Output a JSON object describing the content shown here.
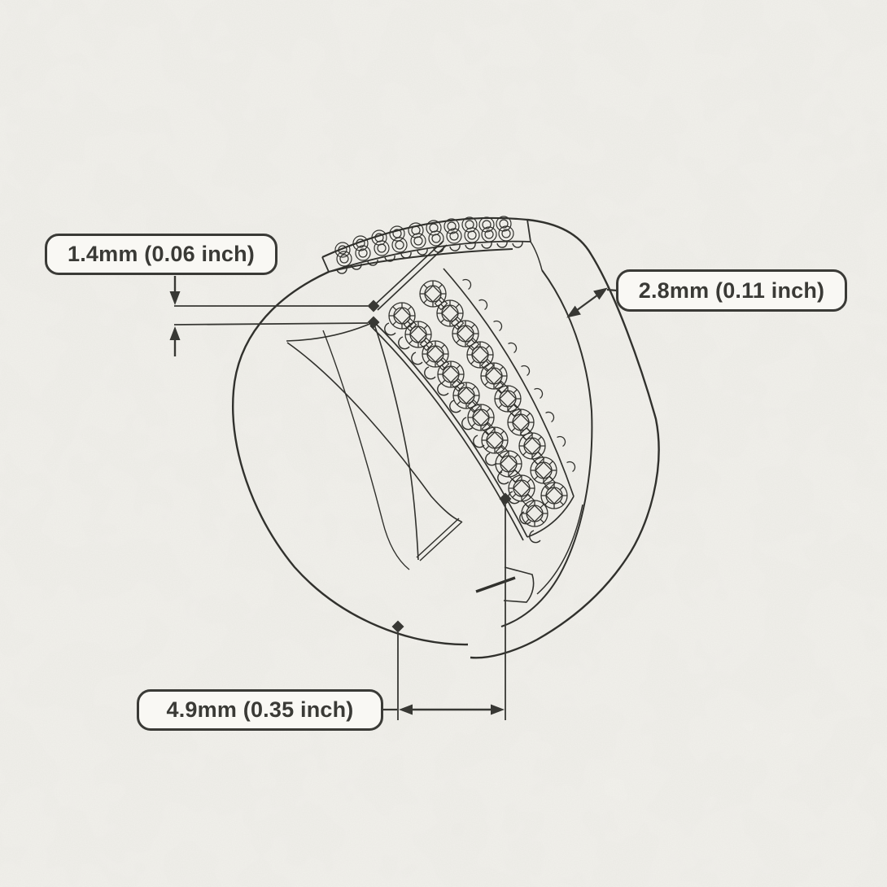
{
  "canvas": {
    "background_color": "#f2f1ec",
    "ink_color": "#31312d",
    "label_box_background": "#f9f8f4",
    "label_box_border": "#3a3a36"
  },
  "diagram": {
    "subject": "ring-dimension-drawing",
    "labels": {
      "thin_band_width": "1.4mm (0.06 inch)",
      "wide_band_width": "2.8mm (0.11 inch)",
      "total_width": "4.9mm (0.35 inch)"
    }
  }
}
